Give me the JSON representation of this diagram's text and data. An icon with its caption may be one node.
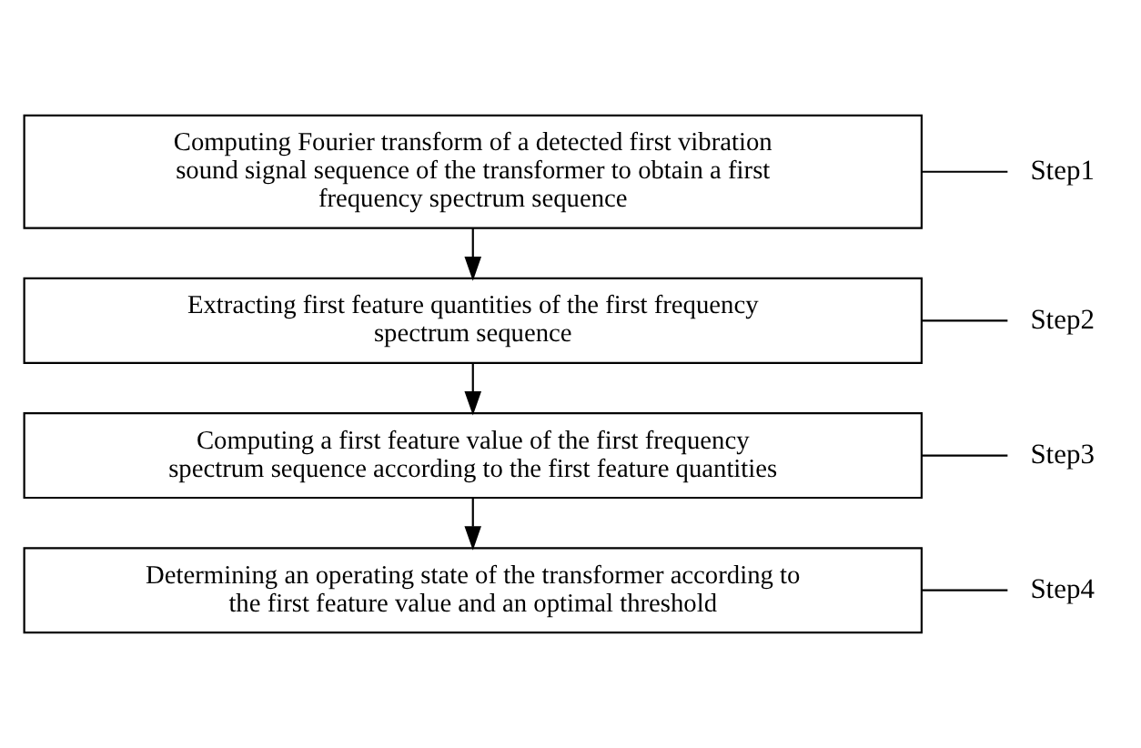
{
  "diagram": {
    "nodes": [
      {
        "text": [
          "Computing Fourier transform of a detected first vibration sound signal sequence of the transformer to obtain a first frequency spectrum sequence"
        ]
      },
      {
        "text": [
          "Extracting first feature quantities of the first frequency spectrum sequence"
        ]
      },
      {
        "text": [
          "Computing a first feature value of the first frequency spectrum sequence according to the first feature quantities"
        ]
      },
      {
        "text": [
          "Determining an operating state of the transformer according to the first feature value and an optimal threshold"
        ]
      },
      {
        "text": [
          "Step1"
        ]
      },
      {
        "text": [
          "Step2"
        ]
      },
      {
        "text": [
          "Step3"
        ]
      },
      {
        "text": [
          "Step4"
        ]
      }
    ],
    "edges": [
      {
        "from": 0,
        "to": 1,
        "arrow": "to"
      },
      {
        "from": 1,
        "to": 2,
        "arrow": "to"
      },
      {
        "from": 2,
        "to": 3,
        "arrow": "to"
      },
      {
        "from": 4,
        "to": 0,
        "arrow": "none"
      },
      {
        "from": 5,
        "to": 1,
        "arrow": "none"
      },
      {
        "from": 6,
        "to": 2,
        "arrow": "none"
      },
      {
        "from": 7,
        "to": 3,
        "arrow": "none"
      }
    ]
  }
}
